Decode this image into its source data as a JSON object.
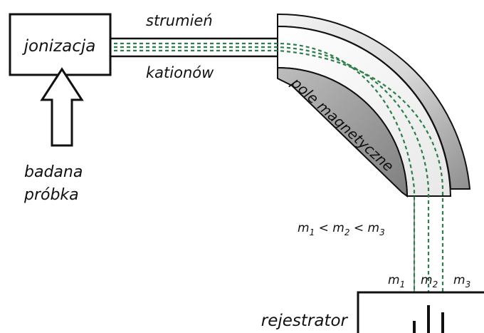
{
  "labels": {
    "ionization": "jonizacja",
    "stream_line1": "strumień",
    "stream_line2": "kationów",
    "sample_line1": "badana",
    "sample_line2": "próbka",
    "field": "pole magnetyczne",
    "recorder": "rejestrator"
  },
  "mass_relation": {
    "m1": "m",
    "s1": "1",
    "lt1": " < ",
    "m2": "m",
    "s2": "2",
    "lt2": " < ",
    "m3": "m",
    "s3": "3"
  },
  "beams": [
    {
      "m": "m",
      "sub": "1"
    },
    {
      "m": "m",
      "sub": "2"
    },
    {
      "m": "m",
      "sub": "3"
    }
  ],
  "colors": {
    "beam": "#2e7d4a",
    "outline": "#111111",
    "magnet_light": "#f2f2f2",
    "magnet_dark": "#9a9a9a"
  },
  "icons": {
    "arrow": "up-arrow-outline"
  }
}
